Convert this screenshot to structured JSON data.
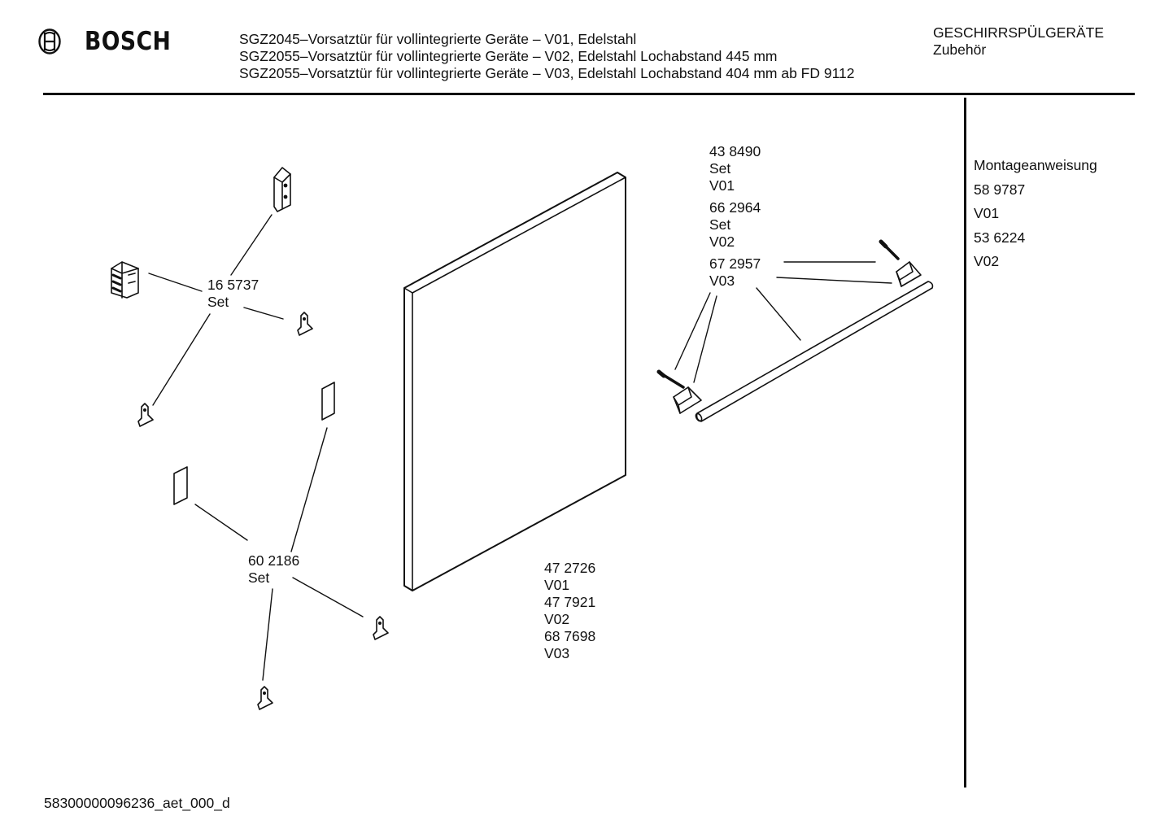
{
  "header": {
    "brand": "BOSCH",
    "title_lines": [
      "SGZ2045–Vorsatztür für vollintegrierte Geräte – V01, Edelstahl",
      "SGZ2055–Vorsatztür für vollintegrierte Geräte – V02, Edelstahl Lochabstand 445 mm",
      "SGZ2055–Vorsatztür für vollintegrierte Geräte – V03, Edelstahl Lochabstand 404 mm ab FD 9112"
    ],
    "category": "GESCHIRRSPÜLGERÄTE",
    "subcategory": "Zubehör"
  },
  "labels": {
    "hinge_set": {
      "part": "16 5737",
      "note": "Set"
    },
    "clip_set": {
      "part": "60 2186",
      "note": "Set"
    },
    "door_panel": [
      "47 2726",
      "V01",
      "47 7921",
      "V02",
      "68 7698",
      "V03"
    ],
    "handle_sets": [
      "43 8490",
      "Set",
      "V01",
      "66 2964",
      "Set",
      "V02",
      "67 2957",
      "V03"
    ]
  },
  "sidebar": [
    "Montageanweisung",
    "58 9787",
    "V01",
    "53 6224",
    "V02"
  ],
  "footer": {
    "doc_id": "58300000096236_aet_000_d"
  },
  "icons": {
    "logo": "bosch-armature-icon"
  },
  "colors": {
    "ink": "#111111",
    "paper": "#ffffff"
  }
}
